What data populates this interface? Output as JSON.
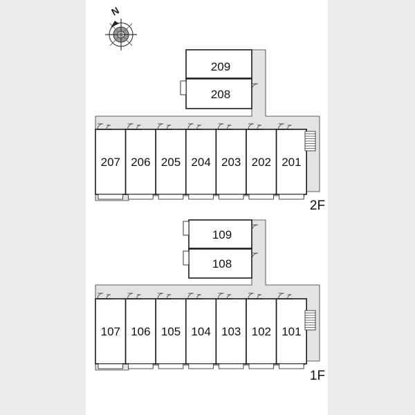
{
  "compass": {
    "north_label": "N",
    "icon": "compass-icon"
  },
  "floors": [
    {
      "label": "2F",
      "units": [
        "207",
        "206",
        "205",
        "204",
        "203",
        "202",
        "201"
      ],
      "annex_units": [
        "209",
        "208"
      ]
    },
    {
      "label": "1F",
      "units": [
        "107",
        "106",
        "105",
        "104",
        "103",
        "102",
        "101"
      ],
      "annex_units": [
        "109",
        "108"
      ]
    }
  ],
  "colors": {
    "background": "#ffffff",
    "side_panels": "#ececec",
    "corridor": "#e3e3e3",
    "walls": "#1a1a1a"
  }
}
